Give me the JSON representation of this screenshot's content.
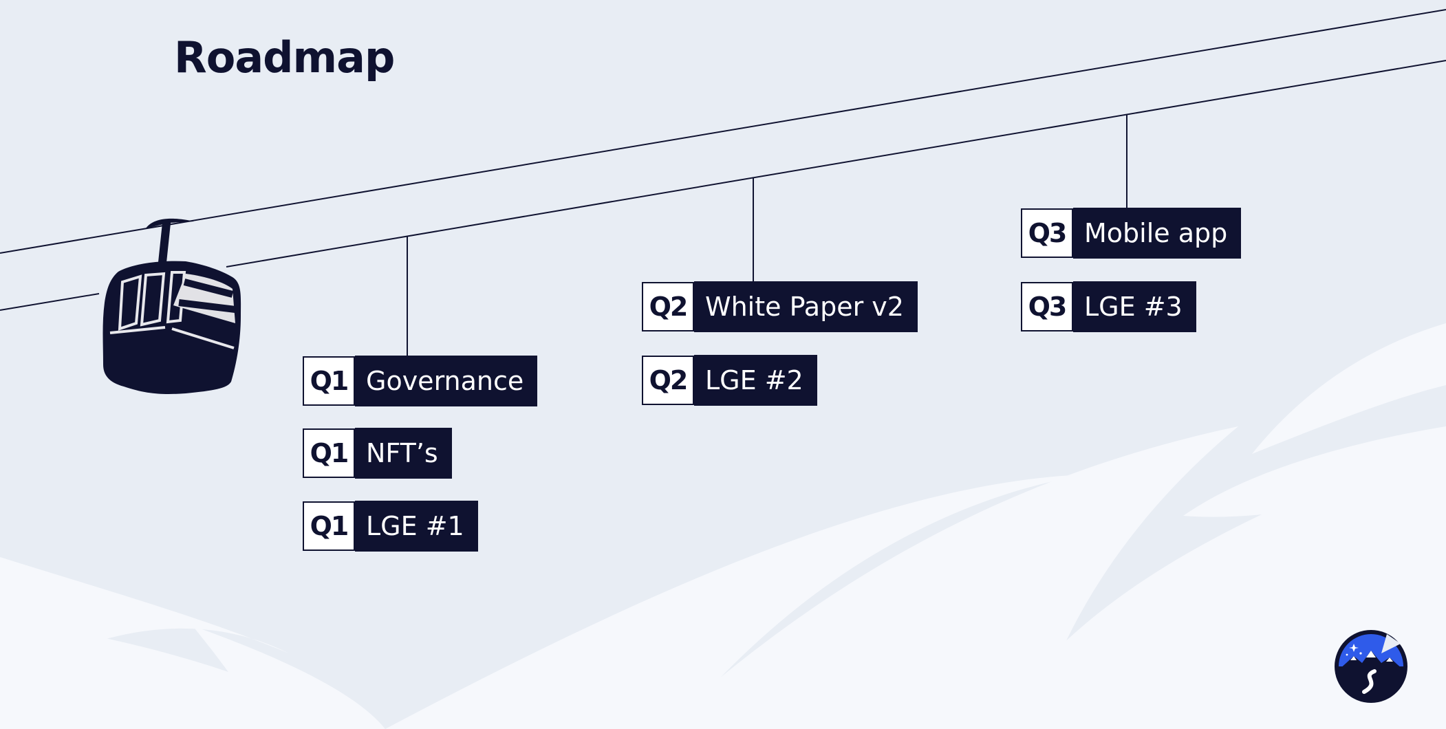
{
  "slide": {
    "title": "Roadmap",
    "colors": {
      "background": "#e8edf4",
      "navy": "#0f1230",
      "accent_blue": "#2f5bea",
      "white": "#ffffff"
    }
  },
  "icons": {
    "gondola": "cable-car-gondola-icon",
    "logo": "mountain-road-logo-icon"
  },
  "milestones": [
    {
      "quarter": "Q1",
      "label": "Governance"
    },
    {
      "quarter": "Q1",
      "label": "NFT’s"
    },
    {
      "quarter": "Q1",
      "label": "LGE #1"
    },
    {
      "quarter": "Q2",
      "label": "White Paper v2"
    },
    {
      "quarter": "Q2",
      "label": "LGE #2"
    },
    {
      "quarter": "Q3",
      "label": "Mobile app"
    },
    {
      "quarter": "Q3",
      "label": "LGE #3"
    }
  ]
}
